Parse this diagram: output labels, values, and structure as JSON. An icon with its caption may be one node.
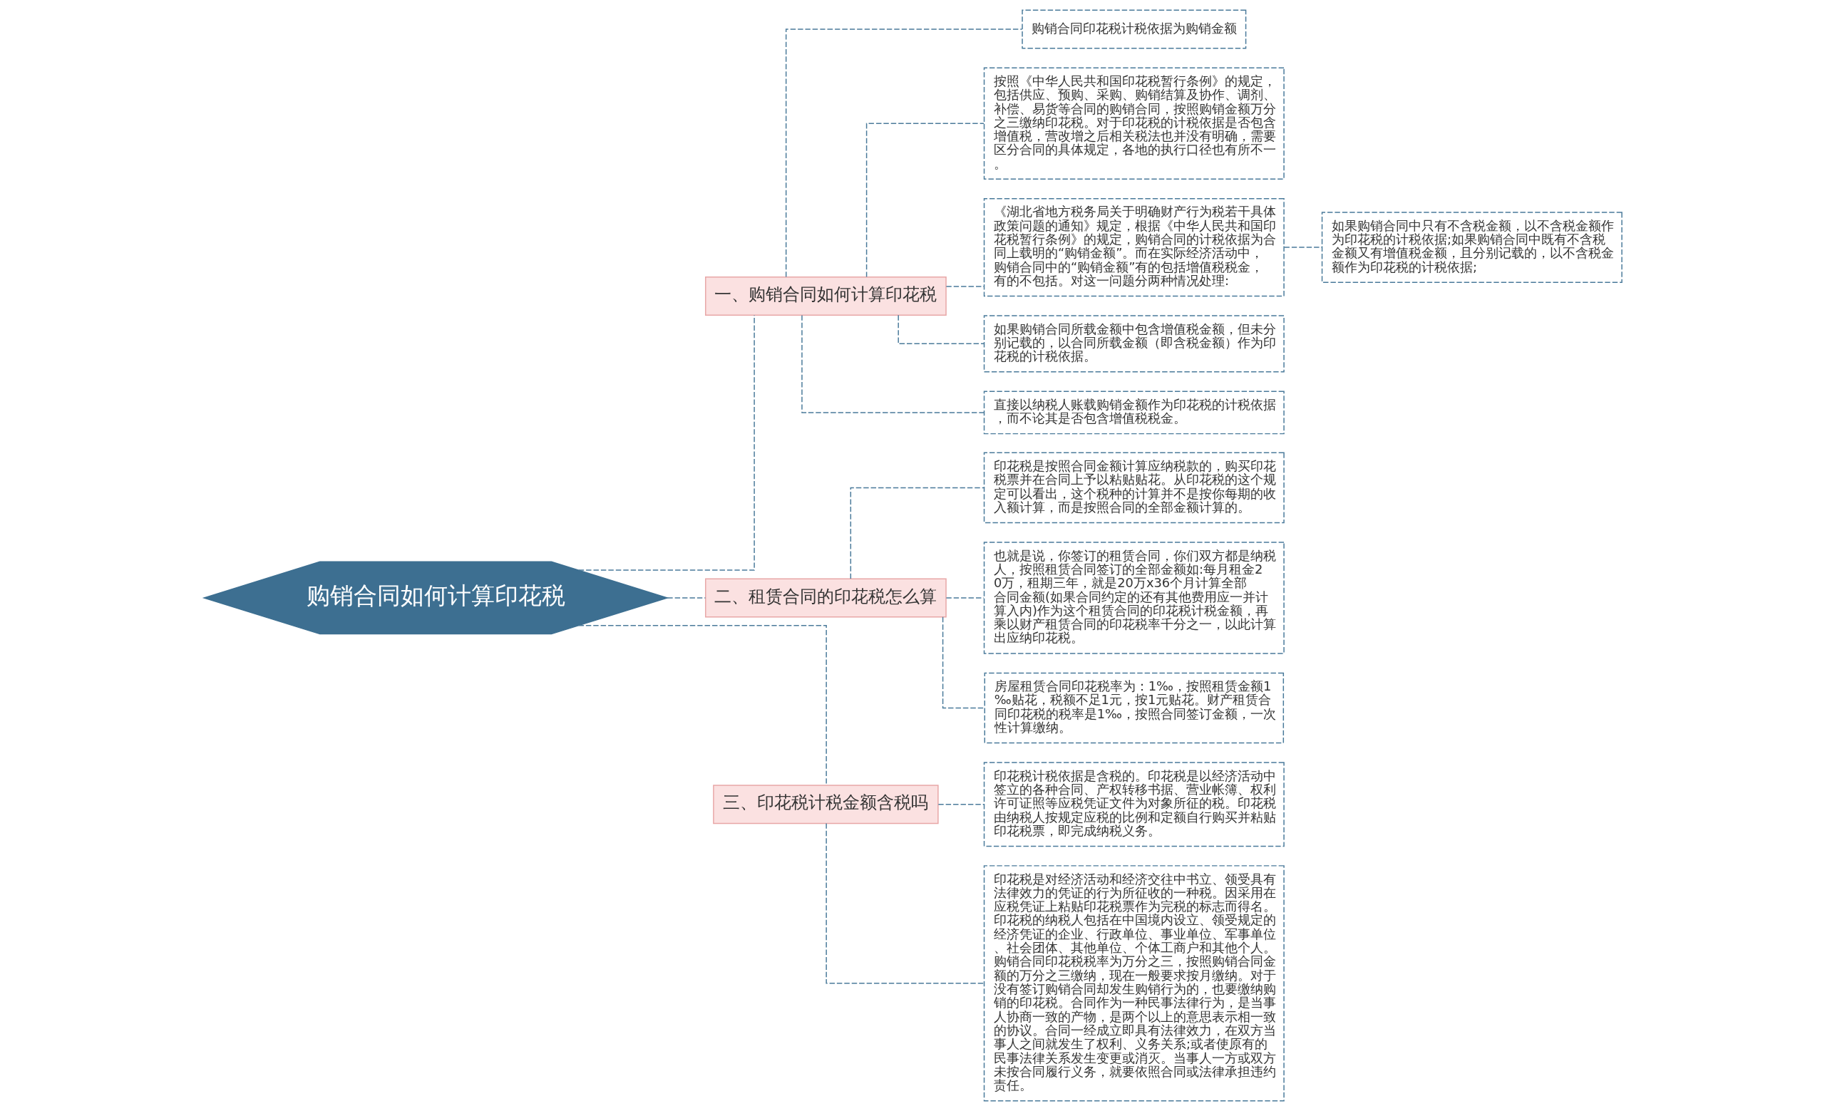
{
  "diagram": {
    "nodes": [
      {
        "text": [
          "购销合同如何计算印花税"
        ]
      },
      {
        "text": [
          "一、购销合同如何计算印花税"
        ]
      },
      {
        "text": [
          "购销合同印花税计税依据为购销金额"
        ]
      },
      {
        "text": [
          "按照《中华人民共和国印花税暂行条例》的规定，包括供应、预购、采购、购销结算及协作、调剂、补偿、易货等合同的购销合同，按照购销金额万分之三缴纳印花税。对于印花税的计税依据是否包含增值税，营改增之后相关税法也并没有明确，需要区分合同的具体规定，各地的执行口径也有所不一。"
        ]
      },
      {
        "text": [
          "《湖北省地方税务局关于明确财产行为税若干具体政策问题的通知》规定，根据《中华人民共和国印花税暂行条例》的规定，购销合同的计税依据为合同上载明的“购销金额”。而在实际经济活动中，购销合同中的“购销金额”有的包括增值税税金，有的不包括。对这一问题分两种情况处理:"
        ]
      },
      {
        "text": [
          "如果购销合同中只有不含税金额，以不含税金额作为印花税的计税依据;如果购销合同中既有不含税金额又有增值税金额，且分别记载的，以不含税金额作为印花税的计税依据;"
        ]
      },
      {
        "text": [
          "如果购销合同所载金额中包含增值税金额，但未分别记载的，以合同所载金额（即含税金额）作为印花税的计税依据。"
        ]
      },
      {
        "text": [
          "直接以纳税人账载购销金额作为印花税的计税依据，而不论其是否包含增值税税金。"
        ]
      },
      {
        "text": [
          "二、租赁合同的印花税怎么算"
        ]
      },
      {
        "text": [
          "印花税是按照合同金额计算应纳税款的，购买印花税票并在合同上予以粘贴贴花。从印花税的这个规定可以看出，这个税种的计算并不是按你每期的收入额计算，而是按照合同的全部金额计算的。"
        ]
      },
      {
        "text": [
          "也就是说，你签订的租赁合同，你们双方都是纳税人，按照租赁合同签订的全部金额如:每月租金20万，租期三年，就是20万x36个月计算全部合同金额(如果合同约定的还有其他费用应一并计算入内)作为这个租赁合同的印花税计税金额，再乘以财产租赁合同的印花税率千分之一，以此计算出应纳印花税。"
        ]
      },
      {
        "text": [
          "房屋租赁合同印花税率为：1‰，按照租赁金额1‰贴花，税额不足1元，按1元贴花。财产租赁合同印花税的税率是1‰，按照合同签订金额，一次性计算缴纳。"
        ]
      },
      {
        "text": [
          "三、印花税计税金额含税吗"
        ]
      },
      {
        "text": [
          "印花税计税依据是含税的。印花税是以经济活动中签立的各种合同、产权转移书据、营业帐簿、权利许可证照等应税凭证文件为对象所征的税。印花税由纳税人按规定应税的比例和定额自行购买并粘贴印花税票，即完成纳税义务。"
        ]
      },
      {
        "text": [
          "印花税是对经济活动和经济交往中书立、领受具有法律效力的凭证的行为所征收的一种税。因采用在应税凭证上粘贴印花税票作为完税的标志而得名。印花税的纳税人包括在中国境内设立、领受规定的经济凭证的企业、行政单位、事业单位、军事单位、社会团体、其他单位、个体工商户和其他个人。购销合同印花税税率为万分之三，按照购销合同金额的万分之三缴纳，现在一般要求按月缴纳。对于没有签订购销合同却发生购销行为的，也要缴纳购销的印花税。合同作为一种民事法律行为，是当事人协商一致的产物，是两个以上的意思表示相一致的协议。合同一经成立即具有法律效力，在双方当事人之间就发生了权利、义务关系;或者使原有的民事法律关系发生变更或消灭。当事人一方或双方未按合同履行义务，就要依照合同或法律承担违约责任。"
        ]
      }
    ],
    "edges": [
      {
        "from": 0,
        "to": 1,
        "arrow": "none",
        "style": "dashed"
      },
      {
        "from": 1,
        "to": 2,
        "arrow": "none",
        "style": "dashed"
      },
      {
        "from": 1,
        "to": 3,
        "arrow": "none",
        "style": "dashed"
      },
      {
        "from": 1,
        "to": 4,
        "arrow": "none",
        "style": "dashed"
      },
      {
        "from": 4,
        "to": 5,
        "arrow": "none",
        "style": "dashed"
      },
      {
        "from": 1,
        "to": 6,
        "arrow": "none",
        "style": "dashed"
      },
      {
        "from": 1,
        "to": 7,
        "arrow": "none",
        "style": "dashed"
      },
      {
        "from": 0,
        "to": 8,
        "arrow": "none",
        "style": "dashed"
      },
      {
        "from": 8,
        "to": 9,
        "arrow": "none",
        "style": "dashed"
      },
      {
        "from": 8,
        "to": 10,
        "arrow": "none",
        "style": "dashed"
      },
      {
        "from": 8,
        "to": 11,
        "arrow": "none",
        "style": "dashed"
      },
      {
        "from": 0,
        "to": 12,
        "arrow": "none",
        "style": "dashed"
      },
      {
        "from": 12,
        "to": 13,
        "arrow": "none",
        "style": "dashed"
      },
      {
        "from": 12,
        "to": 14,
        "arrow": "none",
        "style": "dashed"
      }
    ]
  }
}
